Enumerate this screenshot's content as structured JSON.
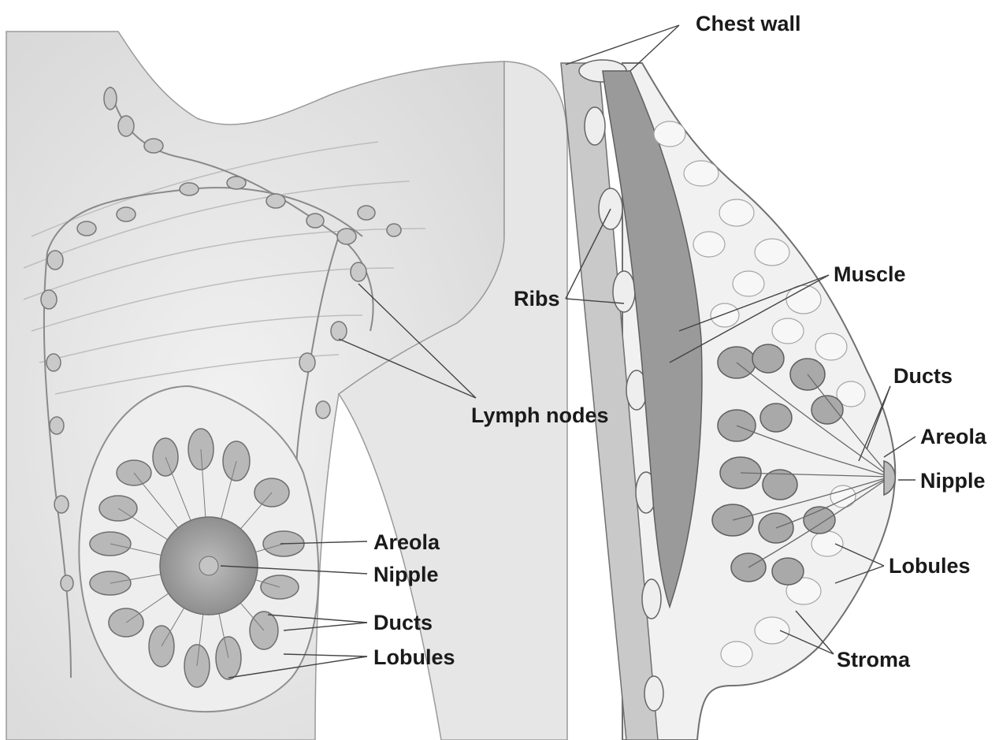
{
  "labels": {
    "chest_wall": "Chest wall",
    "muscle": "Muscle",
    "ribs": "Ribs",
    "lymph_nodes": "Lymph nodes",
    "front_areola": "Areola",
    "front_nipple": "Nipple",
    "front_ducts": "Ducts",
    "front_lobules": "Lobules",
    "side_ducts": "Ducts",
    "side_areola": "Areola",
    "side_nipple": "Nipple",
    "side_lobules": "Lobules",
    "stroma": "Stroma"
  },
  "colors": {
    "background": "#ffffff",
    "skin_fill": "#e9e9e9",
    "outline": "#555555",
    "lobule_fill": "#b3b3b3",
    "muscle_fill": "#8c8c8c",
    "fat_fill": "#f3f3f3",
    "areola_fill": "#9d9d9d",
    "label_text": "#1a1a1a",
    "leader_line": "#444444"
  }
}
